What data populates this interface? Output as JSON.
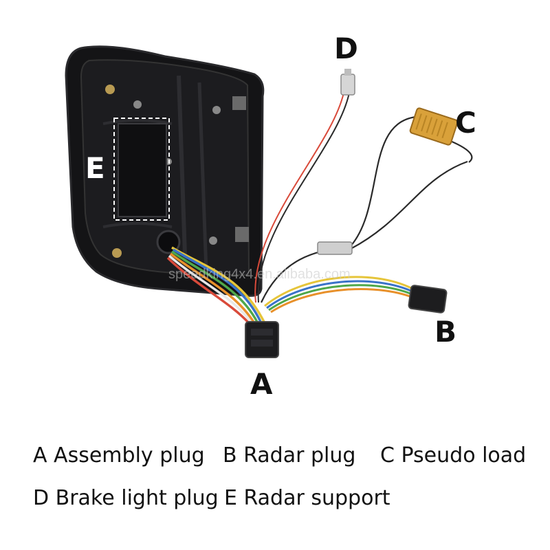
{
  "callouts": {
    "a": "A",
    "b": "B",
    "c": "C",
    "d": "D",
    "e": "E"
  },
  "legend": {
    "a": "A Assembly plug",
    "b": "B Radar plug",
    "c": "C Pseudo load",
    "d": "D Brake light plug",
    "e": "E Radar support"
  },
  "watermark": "speedking4x4.en.alibaba.com",
  "colors": {
    "housing": "#141416",
    "connector": "#1d1d1f",
    "resistor": "#d9a13a",
    "wire_red": "#d94a3a",
    "wire_orange": "#e8902a",
    "wire_yellow": "#e6c53a",
    "wire_green": "#4fa84a",
    "wire_blue": "#3a73c9",
    "wire_white": "#e8e8e8",
    "wire_black": "#2a2a2a"
  }
}
